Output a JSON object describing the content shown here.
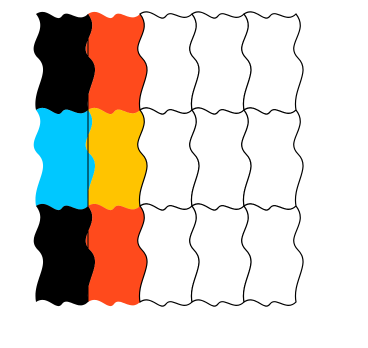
{
  "figure": {
    "kind": "tessellation",
    "rows": 3,
    "colored_columns": 2,
    "outline_columns": 3,
    "colors": {
      "background": "#ffffff",
      "outline": "#000000",
      "column1": [
        "#000000",
        "#00c8ff",
        "#000000"
      ],
      "column2": [
        "#ff4a1c",
        "#ffc400",
        "#ff4a1c"
      ]
    }
  }
}
